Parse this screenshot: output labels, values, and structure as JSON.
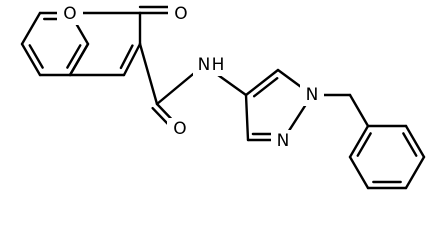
{
  "diagram": {
    "type": "chemical-structure",
    "colors": {
      "bond": "#000000",
      "background": "#ffffff"
    },
    "atom_labels": {
      "ring_oxygen": "O",
      "carbonyl_oxygen": "O",
      "amide_oxygen": "O",
      "amide_nitrogen": "N",
      "amide_hydrogen": "H",
      "pyrazole_n1": "N",
      "pyrazole_n2": "N"
    }
  }
}
